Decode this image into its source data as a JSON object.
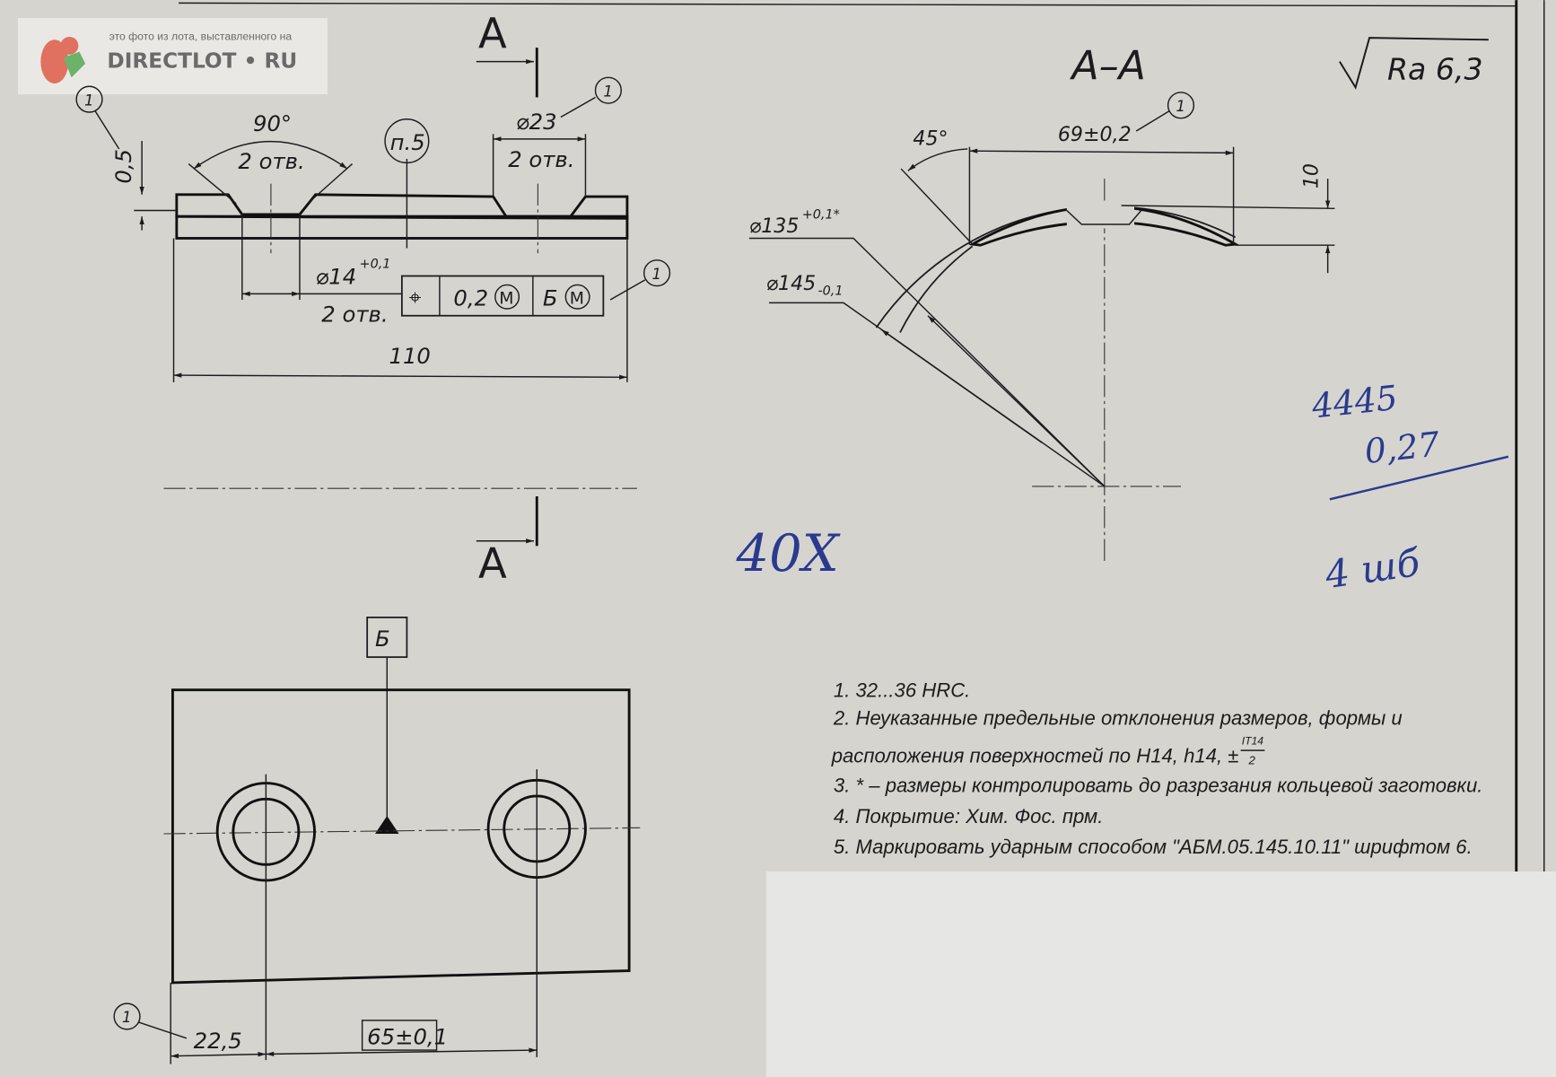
{
  "watermark": {
    "caption": "это фото из лота, выставленного на",
    "brand": "DIRECTLOT • RU"
  },
  "top_view": {
    "section_mark": "A",
    "angle": "90°",
    "holes_note_1": "2 отв.",
    "note_ref": "п.5",
    "dia_countersink": "⌀23",
    "holes_note_2": "2 отв.",
    "thickness": "0,5",
    "dia_hole": "⌀14",
    "dia_hole_tol": "+0,1",
    "holes_note_3": "2 отв.",
    "length": "110",
    "balloon": "1",
    "tolerance_frame": {
      "symbol": "⌖",
      "value": "0,2",
      "modifier": "M",
      "datum": "Б",
      "datum_modifier": "M"
    }
  },
  "section": {
    "title": "А–А",
    "roughness": "Ra 6,3",
    "width_dim": "69±0,2",
    "angle": "45°",
    "height_dim": "10",
    "inner_dia": "⌀135",
    "inner_dia_tol": "+0,1*",
    "outer_dia": "⌀145",
    "outer_dia_tol": "-0,1",
    "balloon": "1"
  },
  "plan_view": {
    "section_mark": "A",
    "datum": "Б",
    "offset_dim": "22,5",
    "pitch_dim": "65±0,1",
    "balloon": "1"
  },
  "handwritten": {
    "material": "40Х",
    "line1": "4445",
    "line2": "0,27",
    "line3": "4 шб"
  },
  "notes": [
    "1. 32...36 HRC.",
    "2. Неуказанные предельные отклонения размеров, формы и",
    "расположения поверхностей по H14, h14, ±",
    "3.  * – размеры контролировать до разрезания кольцевой заготовки.",
    "4. Покрытие: Хим. Фос. прм.",
    "5. Маркировать ударным способом \"АБМ.05.145.10.11\" шрифтом 6."
  ],
  "notes_fraction": {
    "num": "IT14",
    "den": "2"
  }
}
